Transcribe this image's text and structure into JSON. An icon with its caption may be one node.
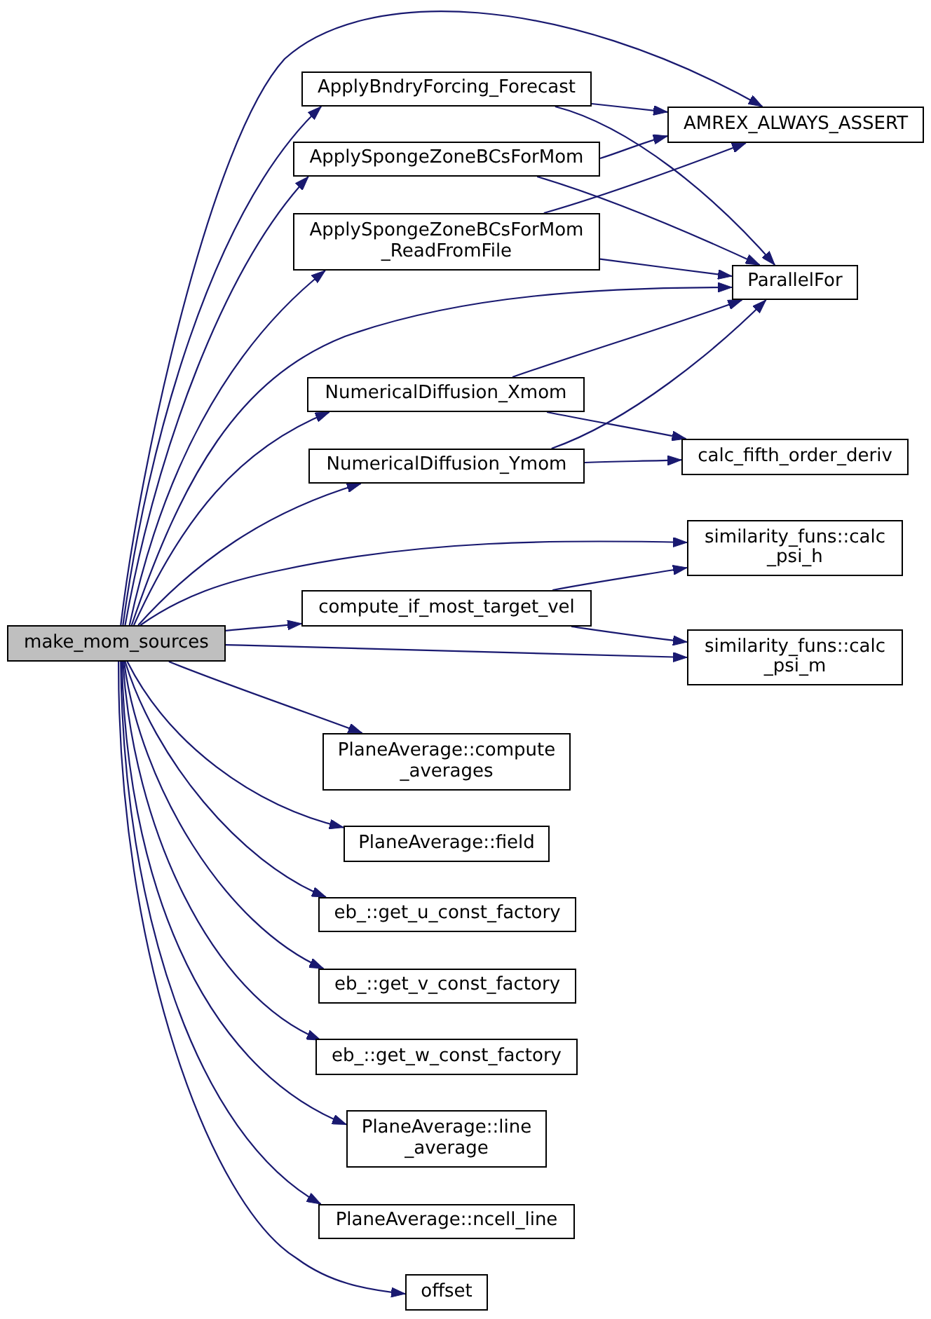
{
  "diagram": {
    "nodes": [
      {
        "text": [
          "make_mom_sources"
        ]
      },
      {
        "text": [
          "ApplyBndryForcing_Forecast"
        ]
      },
      {
        "text": [
          "ApplySpongeZoneBCsForMom"
        ]
      },
      {
        "text": [
          "ApplySpongeZoneBCsForMom _ReadFromFile"
        ]
      },
      {
        "text": [
          "NumericalDiffusion_Xmom"
        ]
      },
      {
        "text": [
          "NumericalDiffusion_Ymom"
        ]
      },
      {
        "text": [
          "compute_if_most_target_vel"
        ]
      },
      {
        "text": [
          "PlaneAverage::compute _averages"
        ]
      },
      {
        "text": [
          "PlaneAverage::field"
        ]
      },
      {
        "text": [
          "eb_::get_u_const_factory"
        ]
      },
      {
        "text": [
          "eb_::get_v_const_factory"
        ]
      },
      {
        "text": [
          "eb_::get_w_const_factory"
        ]
      },
      {
        "text": [
          "PlaneAverage::line _average"
        ]
      },
      {
        "text": [
          "PlaneAverage::ncell_line"
        ]
      },
      {
        "text": [
          "offset"
        ]
      },
      {
        "text": [
          "AMREX_ALWAYS_ASSERT"
        ]
      },
      {
        "text": [
          "ParallelFor"
        ]
      },
      {
        "text": [
          "calc_fifth_order_deriv"
        ]
      },
      {
        "text": [
          "similarity_funs::calc _psi_h"
        ]
      },
      {
        "text": [
          "similarity_funs::calc _psi_m"
        ]
      }
    ],
    "edges": [
      {
        "from": 0,
        "to": 15,
        "arrow": "to"
      },
      {
        "from": 0,
        "to": 1,
        "arrow": "to"
      },
      {
        "from": 0,
        "to": 2,
        "arrow": "to"
      },
      {
        "from": 0,
        "to": 3,
        "arrow": "to"
      },
      {
        "from": 0,
        "to": 16,
        "arrow": "to"
      },
      {
        "from": 0,
        "to": 4,
        "arrow": "to"
      },
      {
        "from": 0,
        "to": 5,
        "arrow": "to"
      },
      {
        "from": 0,
        "to": 18,
        "arrow": "to"
      },
      {
        "from": 0,
        "to": 6,
        "arrow": "to"
      },
      {
        "from": 0,
        "to": 19,
        "arrow": "to"
      },
      {
        "from": 0,
        "to": 7,
        "arrow": "to"
      },
      {
        "from": 0,
        "to": 8,
        "arrow": "to"
      },
      {
        "from": 0,
        "to": 9,
        "arrow": "to"
      },
      {
        "from": 0,
        "to": 10,
        "arrow": "to"
      },
      {
        "from": 0,
        "to": 11,
        "arrow": "to"
      },
      {
        "from": 0,
        "to": 12,
        "arrow": "to"
      },
      {
        "from": 0,
        "to": 13,
        "arrow": "to"
      },
      {
        "from": 0,
        "to": 14,
        "arrow": "to"
      },
      {
        "from": 1,
        "to": 15,
        "arrow": "to"
      },
      {
        "from": 1,
        "to": 16,
        "arrow": "to"
      },
      {
        "from": 2,
        "to": 15,
        "arrow": "to"
      },
      {
        "from": 2,
        "to": 16,
        "arrow": "to"
      },
      {
        "from": 3,
        "to": 15,
        "arrow": "to"
      },
      {
        "from": 3,
        "to": 16,
        "arrow": "to"
      },
      {
        "from": 4,
        "to": 16,
        "arrow": "to"
      },
      {
        "from": 4,
        "to": 17,
        "arrow": "to"
      },
      {
        "from": 5,
        "to": 16,
        "arrow": "to"
      },
      {
        "from": 5,
        "to": 17,
        "arrow": "to"
      },
      {
        "from": 6,
        "to": 18,
        "arrow": "to"
      },
      {
        "from": 6,
        "to": 19,
        "arrow": "to"
      }
    ]
  }
}
